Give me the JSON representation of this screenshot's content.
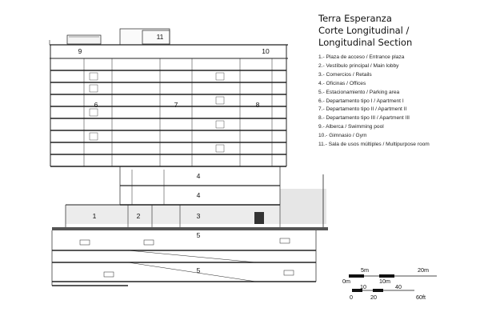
{
  "title_block": {
    "line1": "Terra Esperanza",
    "line2": "Corte Longitudinal /",
    "line3": "Longitudinal Section"
  },
  "legend": [
    "1.- Plaza de acceso / Entrance plaza",
    "2.- Vestíbulo principal / Main lobby",
    "3.- Comercios / Retails",
    "4.- Oficinas / Offices",
    "5.- Estacionamiento / Parking area",
    "6.- Departamento tipo I / Apartment I",
    "7.- Departamento tipo II / Apartment II",
    "8.- Departamento tipo III / Apartment III",
    "9.- Alberca / Swimming pool",
    "10.- Gimnasio / Gym",
    "11.- Sala de usos múltiples / Multipurpose room"
  ],
  "section_labels": {
    "n1": "1",
    "n2": "2",
    "n3": "3",
    "n4a": "4",
    "n4b": "4",
    "n5a": "5",
    "n5b": "5",
    "n6": "6",
    "n7": "7",
    "n8": "8",
    "n9": "9",
    "n10": "10",
    "n11": "11"
  },
  "scale_bar": {
    "metric_5": "5m",
    "metric_20": "20m",
    "metric_0": "0m",
    "metric_10": "10m",
    "ft_10": "10",
    "ft_40": "40",
    "ft_0": "0",
    "ft_20": "20",
    "ft_60": "60ft"
  }
}
